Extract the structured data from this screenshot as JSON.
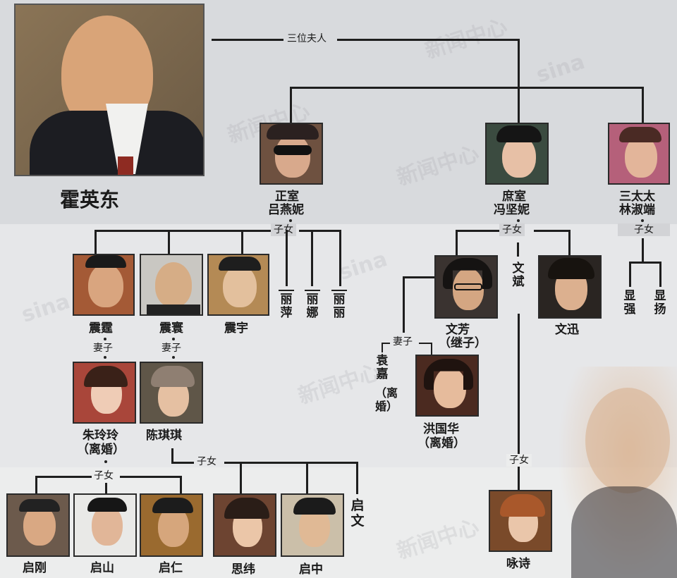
{
  "title": "三位夫人",
  "patriarch": {
    "name": "霍英东"
  },
  "connectors": {
    "children": "子女",
    "wife": "妻子"
  },
  "wives": [
    {
      "title": "正室",
      "name": "吕燕妮"
    },
    {
      "title": "庶室",
      "name": "冯坚妮"
    },
    {
      "title": "三太太",
      "name": "林淑端"
    }
  ],
  "first_wife_children": {
    "sons": [
      {
        "name": "震霆",
        "spouse": {
          "name": "朱玲玲",
          "note": "（离婚）"
        }
      },
      {
        "name": "震寰",
        "spouse": {
          "name": "陈琪琪",
          "note": ""
        }
      },
      {
        "name": "震宇"
      }
    ],
    "daughters": [
      "丽萍",
      "丽娜",
      "丽丽"
    ]
  },
  "second_wife_children": {
    "wenfang": {
      "name": "文芳",
      "note": "（继子）"
    },
    "wenbin": {
      "name": "文斌"
    },
    "wenxun": {
      "name": "文迅"
    },
    "yuanjia": {
      "name": "袁嘉",
      "note": "（离婚）"
    },
    "hongguohua": {
      "name": "洪国华",
      "note": "（离婚）"
    },
    "yongshi": {
      "name": "咏诗"
    }
  },
  "third_wife_children": [
    "显强",
    "显扬"
  ],
  "grandchildren_zhu": [
    "启刚",
    "启山",
    "启仁"
  ],
  "grandchildren_chen": [
    "思纬",
    "启中",
    "启文"
  ],
  "watermark": "新闻中心",
  "watermark_logo": "sina"
}
